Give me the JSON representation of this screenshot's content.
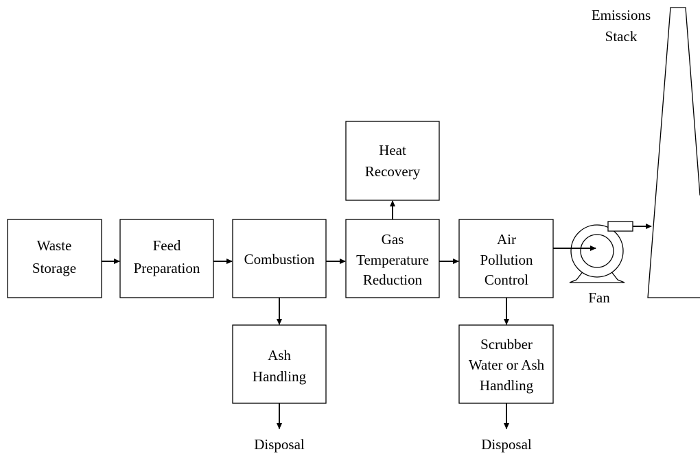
{
  "boxes": {
    "waste_storage": [
      "Waste",
      "Storage"
    ],
    "feed_preparation": [
      "Feed",
      "Preparation"
    ],
    "combustion": [
      "Combustion"
    ],
    "gas_temperature_reduction": [
      "Gas",
      "Temperature",
      "Reduction"
    ],
    "air_pollution_control": [
      "Air",
      "Pollution",
      "Control"
    ],
    "heat_recovery": [
      "Heat",
      "Recovery"
    ],
    "ash_handling": [
      "Ash",
      "Handling"
    ],
    "scrubber_handling": [
      "Scrubber",
      "Water or Ash",
      "Handling"
    ]
  },
  "labels": {
    "fan": "Fan",
    "stack": [
      "Emissions",
      "Stack"
    ],
    "disposal_ash": "Disposal",
    "disposal_scrubber": "Disposal"
  }
}
